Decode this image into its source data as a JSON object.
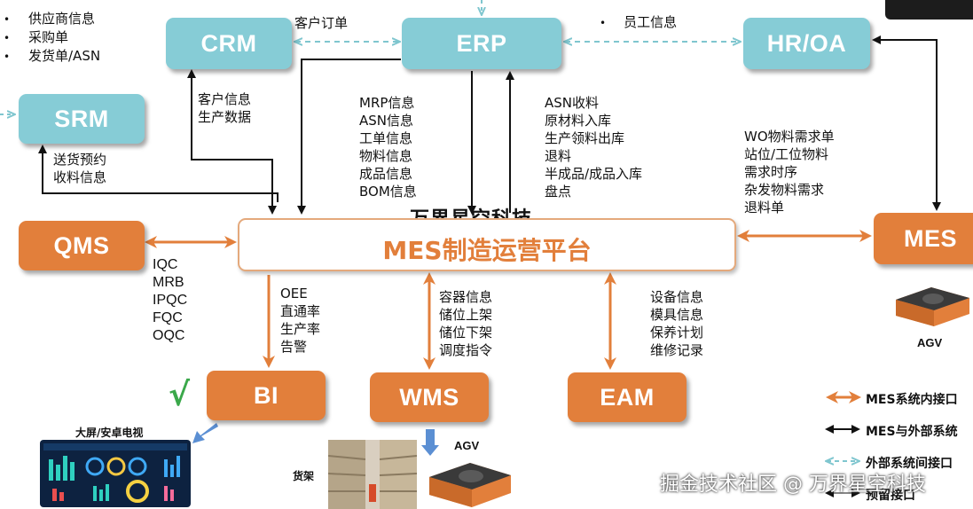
{
  "colors": {
    "teal": "#86ccd6",
    "orange": "#e27f3b",
    "internal_arrow": "#e27f3b",
    "external_arrow": "#111111",
    "interfacing_arrow": "#7fc6cf"
  },
  "top_left_list": [
    "供应商信息",
    "采购单",
    "发货单/ASN"
  ],
  "boxes": {
    "crm": "CRM",
    "erp": "ERP",
    "hroa": "HR/OA",
    "srm": "SRM",
    "qms": "QMS",
    "mes_right": "MES",
    "bi": "BI",
    "wms": "WMS",
    "eam": "EAM"
  },
  "brand": "万界星空科技",
  "platform_title": "MES制造运营平台",
  "labels": {
    "crm_erp": "客户订单",
    "erp_hr": "员工信息",
    "crm_mes": [
      "客户信息",
      "生产数据"
    ],
    "srm_mes": [
      "送货预约",
      "收料信息"
    ],
    "erp_down": [
      "MRP信息",
      "ASN信息",
      "工单信息",
      "物料信息",
      "成品信息",
      "BOM信息"
    ],
    "erp_up": [
      "ASN收料",
      "原材料入库",
      "生产领料出库",
      "退料",
      "半成品/成品入库",
      "盘点"
    ],
    "hr_mes": [
      "WO物料需求单",
      "站位/工位物料",
      "需求时序",
      "杂发物料需求",
      "退料单"
    ],
    "qms": [
      "IQC",
      "MRB",
      "IPQC",
      "FQC",
      "OQC"
    ],
    "bi": [
      "OEE",
      "直通率",
      "生产率",
      "告警"
    ],
    "wms": [
      "容器信息",
      "储位上架",
      "储位下架",
      "调度指令"
    ],
    "eam": [
      "设备信息",
      "模具信息",
      "保养计划",
      "维修记录"
    ]
  },
  "agv_label": "AGV",
  "check_mark": "√",
  "captions": {
    "bigscreen": "大屏/安卓电视",
    "shelf": "货架",
    "agv2": "AGV"
  },
  "legend": [
    "MES系统内接口",
    "MES与外部系统",
    "外部系统间接口",
    "预留接口"
  ],
  "watermark": "掘金技术社区 @ 万界星空科技"
}
